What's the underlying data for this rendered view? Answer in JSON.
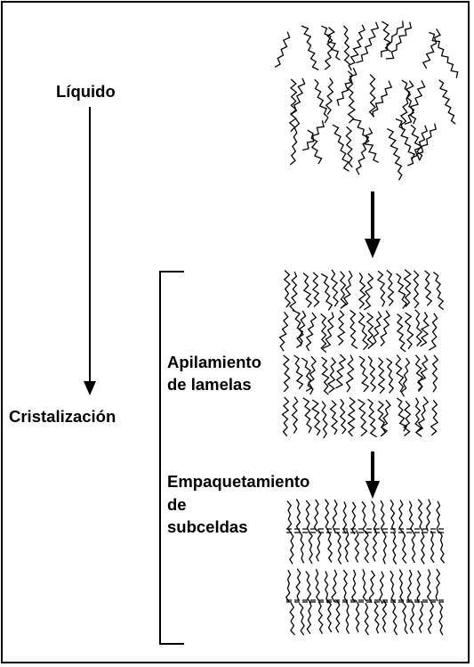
{
  "labels": {
    "liquid": "Líquido",
    "crystallization": "Cristalización",
    "stacking": [
      "Apilamiento",
      "de lamelas"
    ],
    "packing": [
      "Empaquetamiento",
      "de",
      "subceldas"
    ]
  },
  "colors": {
    "ink": "#000000",
    "background": "#ffffff"
  }
}
